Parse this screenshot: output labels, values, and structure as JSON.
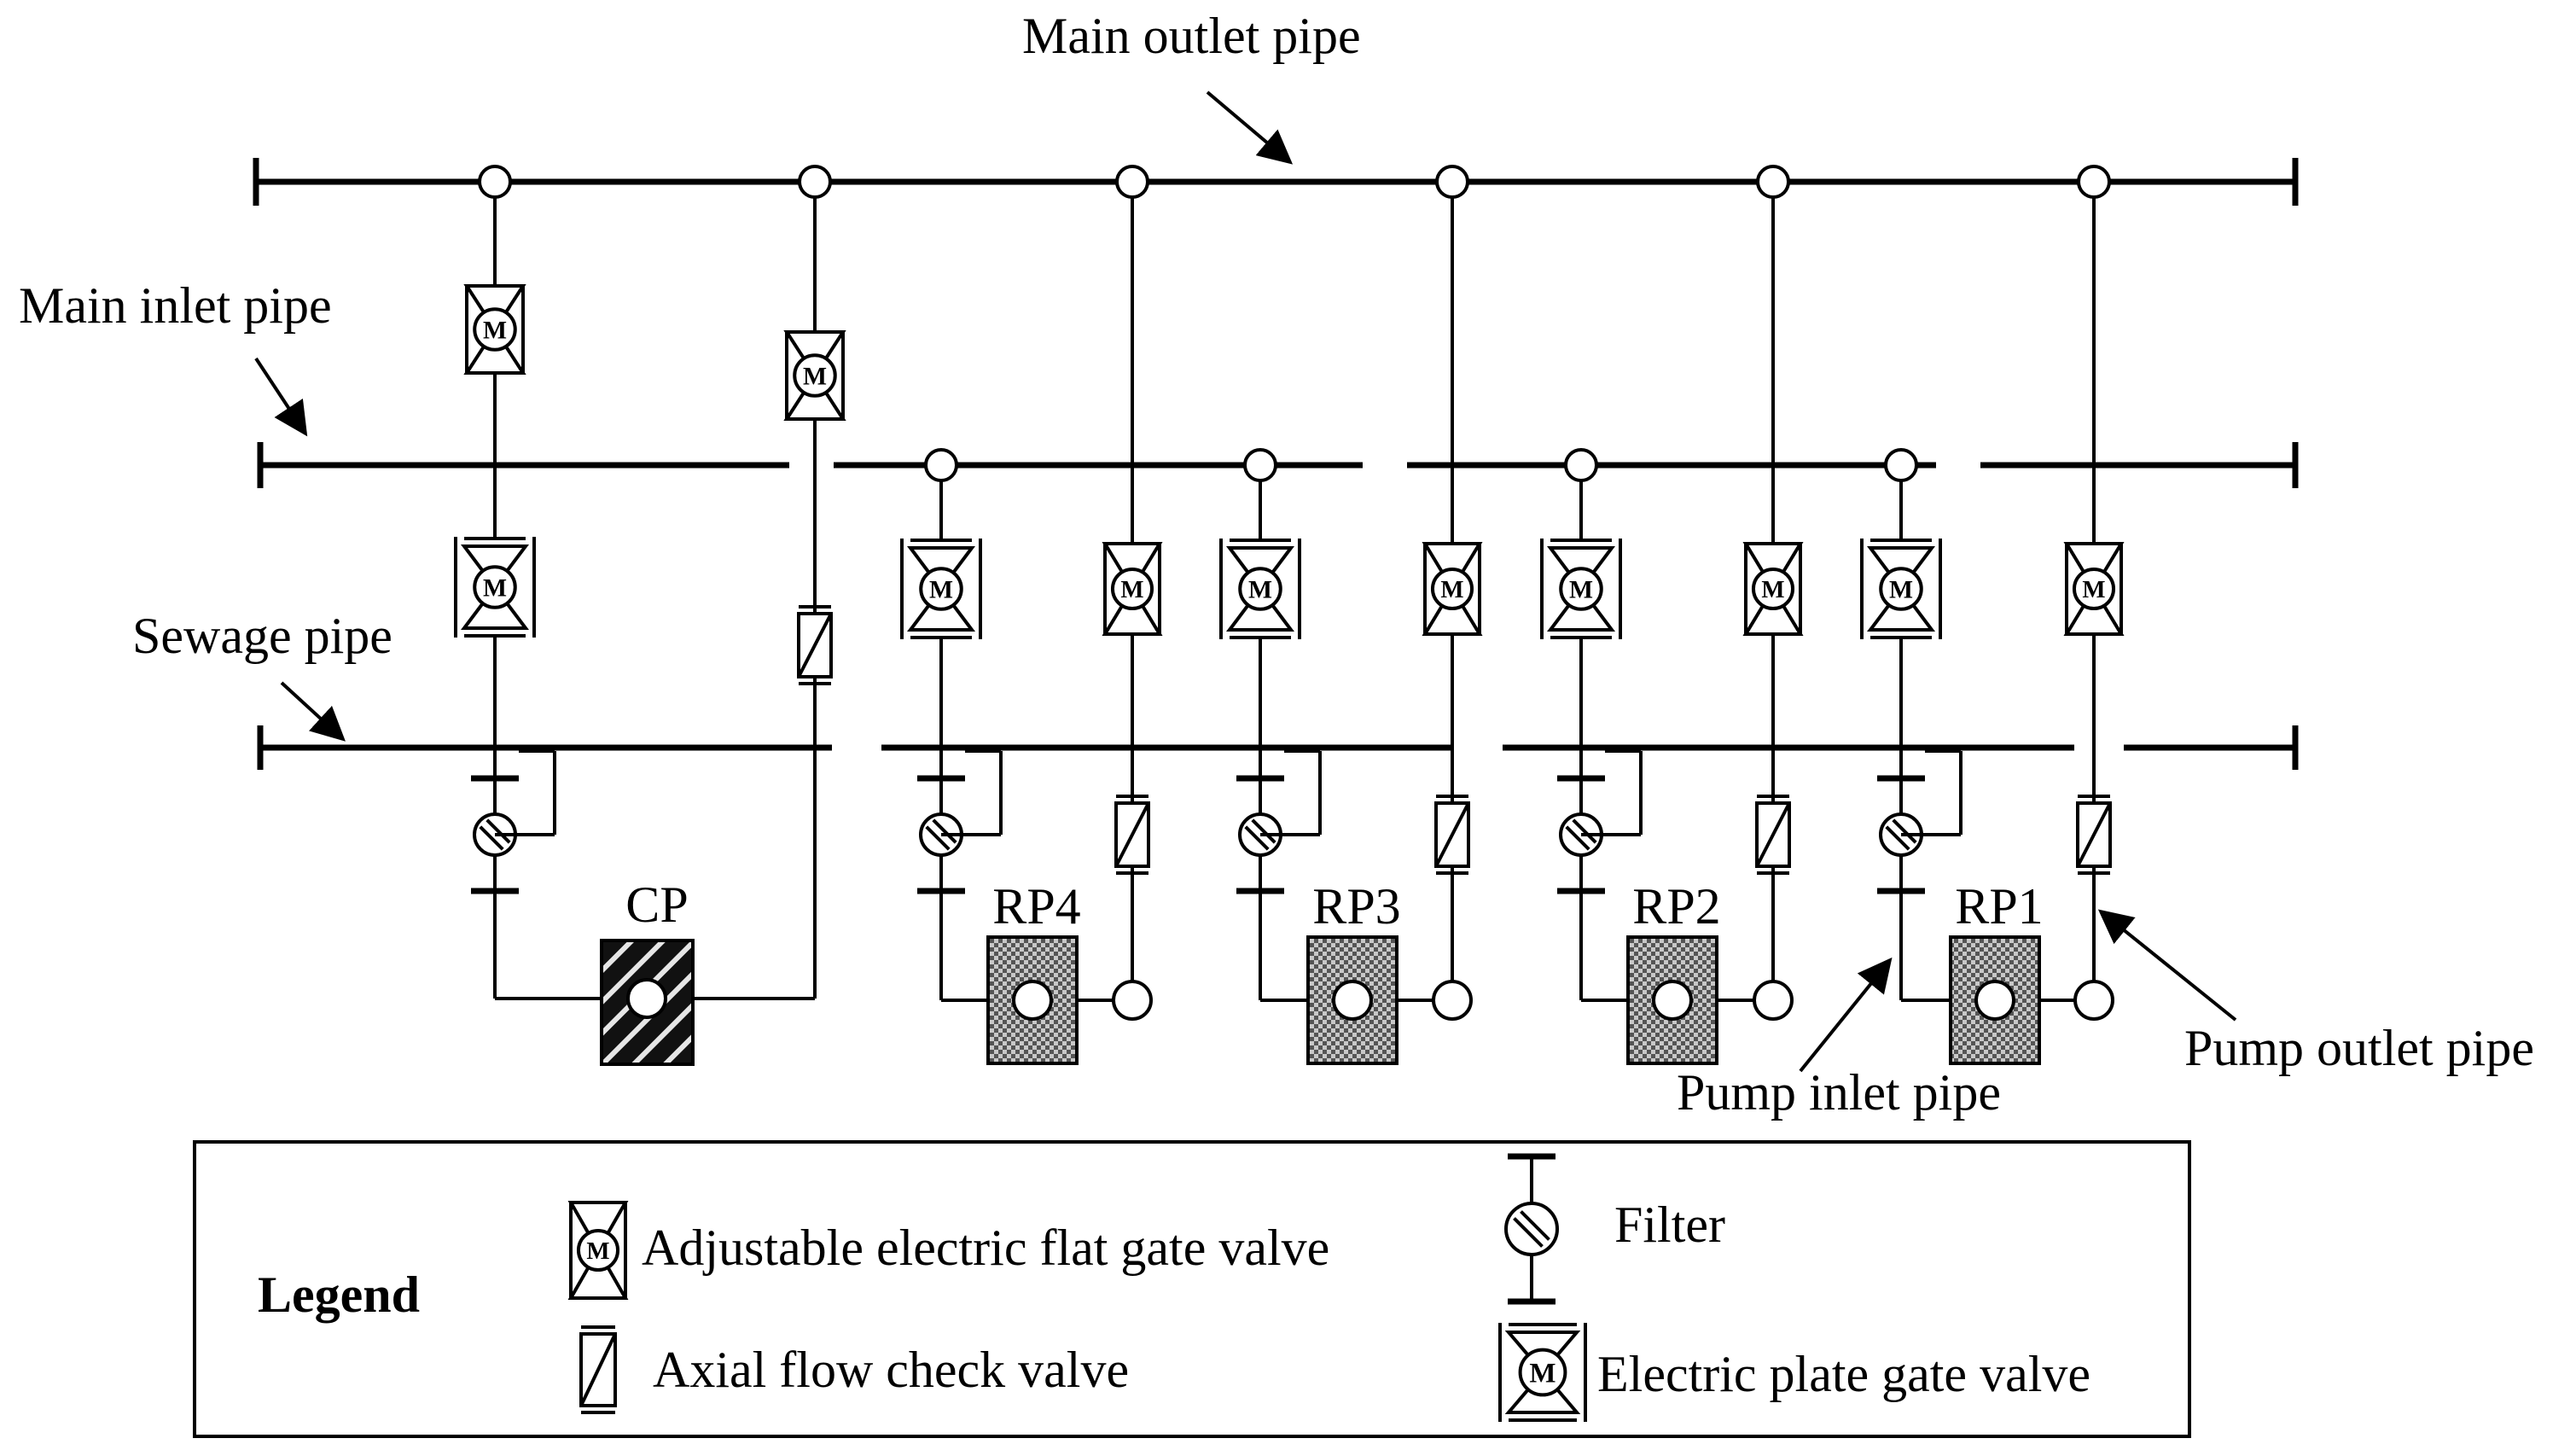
{
  "labels": {
    "main_outlet_pipe": "Main outlet pipe",
    "main_inlet_pipe": "Main inlet pipe",
    "sewage_pipe": "Sewage pipe",
    "pump_inlet_pipe": "Pump inlet pipe",
    "pump_outlet_pipe": "Pump outlet pipe",
    "valve_mark": "M"
  },
  "pumps": [
    {
      "id": "cp",
      "label": "CP"
    },
    {
      "id": "rp4",
      "label": "RP4"
    },
    {
      "id": "rp3",
      "label": "RP3"
    },
    {
      "id": "rp2",
      "label": "RP2"
    },
    {
      "id": "rp1",
      "label": "RP1"
    }
  ],
  "legend": {
    "title": "Legend",
    "items": [
      {
        "key": "adjustable_gate",
        "label": "Adjustable electric flat gate valve",
        "icon": "adjustable-electric-flat-gate-valve-icon"
      },
      {
        "key": "filter",
        "label": "Filter",
        "icon": "filter-icon"
      },
      {
        "key": "check_valve",
        "label": "Axial flow check valve",
        "icon": "axial-flow-check-valve-icon"
      },
      {
        "key": "plate_gate",
        "label": "Electric plate gate valve",
        "icon": "electric-plate-gate-valve-icon"
      }
    ]
  },
  "colors": {
    "line": "#000000",
    "background": "#ffffff",
    "rp_fill": "#8c8c8c",
    "cp_fill": "#1a1a1a"
  }
}
